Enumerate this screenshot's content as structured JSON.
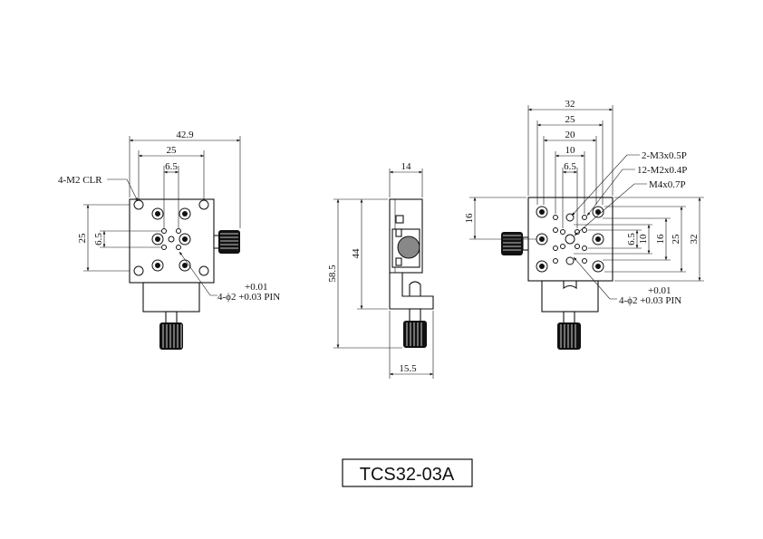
{
  "title": "TCS32-03A",
  "front_view": {
    "dims": {
      "overall_width": "42.9",
      "hole_spacing_x": "25",
      "hole_spacing_small_x": "6.5",
      "hole_spacing_y": "25",
      "hole_spacing_small_y": "6.5"
    },
    "callouts": {
      "clearance": "4-M2 CLR",
      "pin_tol": "+0.01",
      "pin_spec": "4-ϕ2 +0.03 PIN"
    }
  },
  "side_view": {
    "dims": {
      "top_width": "14",
      "height_44": "44",
      "height_585": "58.5",
      "bottom_width": "15.5"
    }
  },
  "top_view": {
    "dims": {
      "w32": "32",
      "w25": "25",
      "w20": "20",
      "w10": "10",
      "w65": "6.5",
      "left16": "16",
      "r65": "6.5",
      "r10": "10",
      "r16": "16",
      "r25": "25",
      "r32": "32"
    },
    "callouts": {
      "m3": "2-M3x0.5P",
      "m2": "12-M2x0.4P",
      "m4": "M4x0.7P",
      "pin_tol": "+0.01",
      "pin_spec": "4-ϕ2 +0.03 PIN"
    }
  }
}
